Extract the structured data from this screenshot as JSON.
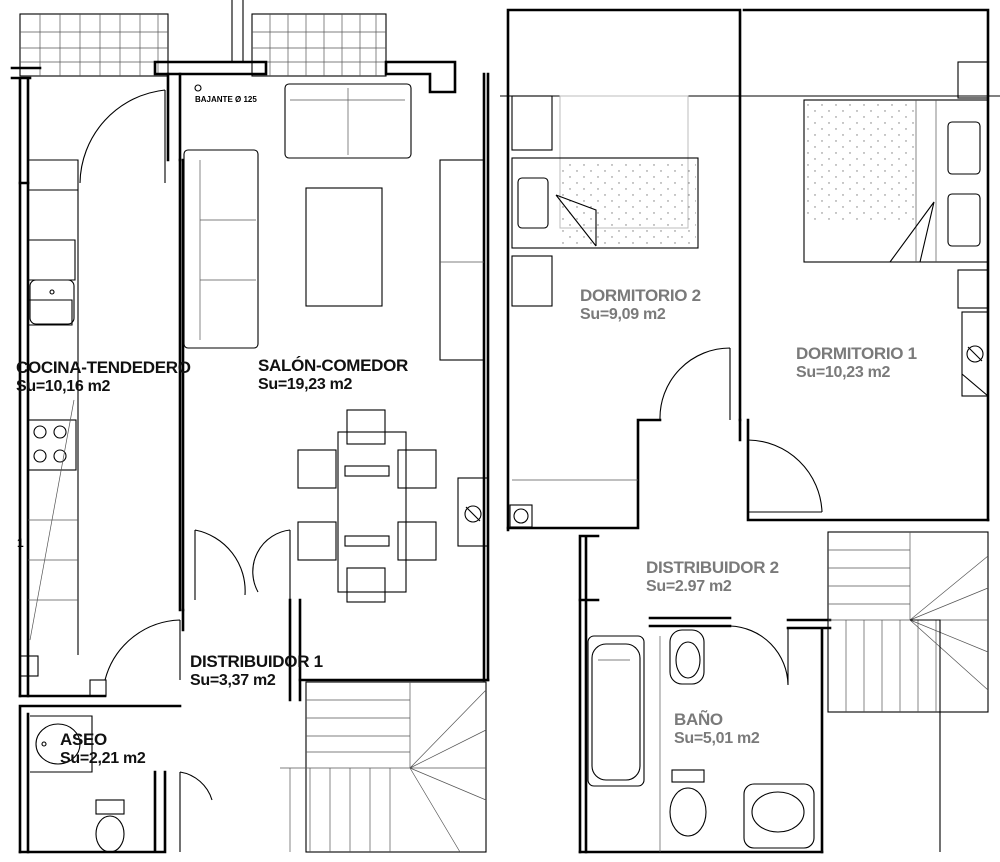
{
  "left_plan": {
    "bajante_label": "BAJANTE Ø 125",
    "edge_mark": "1",
    "rooms": [
      {
        "name": "COCINA-TENDEDERO",
        "area": "Su=10,16 m2"
      },
      {
        "name": "SALÓN-COMEDOR",
        "area": "Su=19,23 m2"
      },
      {
        "name": "DISTRIBUIDOR 1",
        "area": "Su=3,37 m2"
      },
      {
        "name": "ASEO",
        "area": "Su=2,21 m2"
      }
    ]
  },
  "right_plan": {
    "rooms": [
      {
        "name": "DORMITORIO 2",
        "area": "Su=9,09 m2"
      },
      {
        "name": "DORMITORIO 1",
        "area": "Su=10,23 m2"
      },
      {
        "name": "DISTRIBUIDOR 2",
        "area": "Su=2.97 m2"
      },
      {
        "name": "BAÑO",
        "area": "Su=5,01 m2"
      }
    ]
  },
  "colors": {
    "wall": "#000000",
    "label_left": "#111111",
    "label_right": "#7a7a7a",
    "background": "#ffffff"
  }
}
